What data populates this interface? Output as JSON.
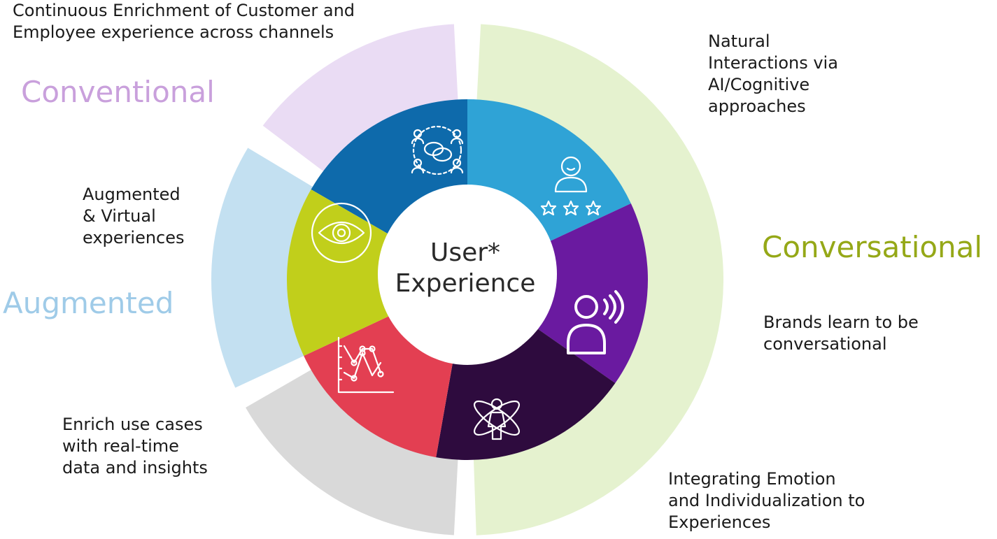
{
  "center": {
    "line1": "User*",
    "line2": "Experience"
  },
  "categories": {
    "conventional": "Conventional",
    "augmented": "Augmented",
    "conversational": "Conversational"
  },
  "labels": {
    "top_left": "Continuous Enrichment of Customer and\nEmployee experience across channels",
    "natural": "Natural\nInteractions via\nAI/Cognitive\napproaches",
    "augmented_virtual": "Augmented\n& Virtual\nexperiences",
    "brands": "Brands learn to be\nconversational",
    "enrich": "Enrich use cases\nwith real-time\ndata and insights",
    "integrating": "Integrating Emotion\nand Individualization to\nExperiences"
  },
  "colors": {
    "conventional_text": "#c9a0dc",
    "augmented_text": "#9fcbe8",
    "conversational_text": "#95a817",
    "outer_conventional": "#eadcf4",
    "outer_augmented": "#c3e0f1",
    "outer_gray": "#d9d9d9",
    "outer_conversational": "#e5f2cf",
    "seg_blue_dark": "#0e6aab",
    "seg_blue_light": "#2fa3d6",
    "seg_purple": "#6a1aa0",
    "seg_dark_purple": "#2e0b3e",
    "seg_red": "#e33f52",
    "seg_lime": "#c1cf1b"
  },
  "icons": [
    "people-chat-icon",
    "user-rating-icon",
    "voice-user-icon",
    "person-orbit-icon",
    "analytics-chart-icon",
    "eye-icon"
  ]
}
